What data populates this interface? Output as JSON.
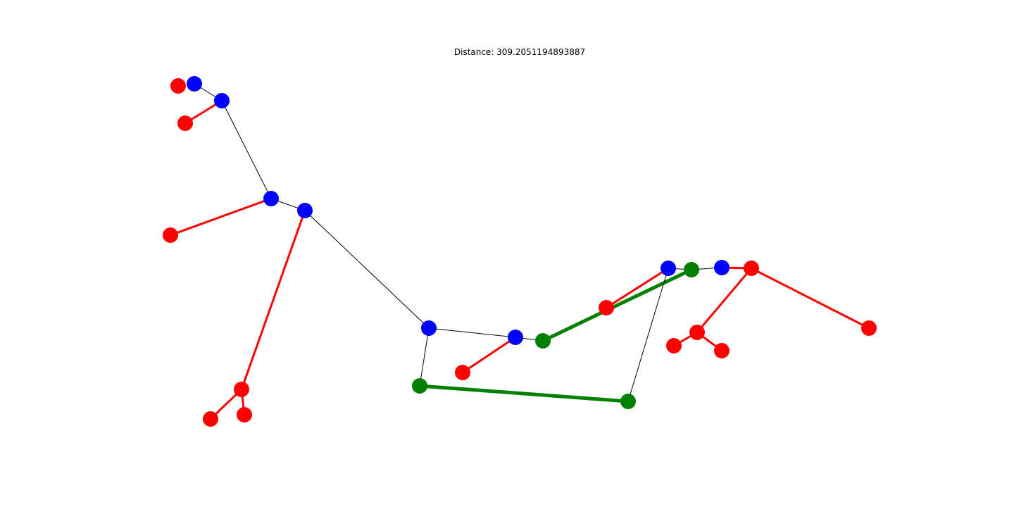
{
  "title": "Distance: 309.2051194893887",
  "colors": {
    "blue": "#0000ff",
    "red": "#ff0000",
    "green": "#008000",
    "black": "#000000"
  },
  "node_types": {
    "a": "blue",
    "b": "blue",
    "c": "red",
    "d": "red",
    "e": "blue",
    "f": "blue",
    "g": "red",
    "h": "red",
    "i": "red",
    "j": "red",
    "k": "blue",
    "l": "blue",
    "m": "red",
    "n": "green",
    "o": "green",
    "p": "green",
    "q": "red",
    "r": "blue",
    "s": "green",
    "t": "blue",
    "u": "red",
    "v": "red",
    "w": "red",
    "x": "red",
    "y": "red"
  },
  "edges": [
    {
      "from": "a",
      "to": "b",
      "kind": "black"
    },
    {
      "from": "b",
      "to": "c",
      "kind": "red"
    },
    {
      "from": "b",
      "to": "e",
      "kind": "black"
    },
    {
      "from": "e",
      "to": "g",
      "kind": "red"
    },
    {
      "from": "e",
      "to": "f",
      "kind": "black"
    },
    {
      "from": "f",
      "to": "h",
      "kind": "red"
    },
    {
      "from": "h",
      "to": "i",
      "kind": "red"
    },
    {
      "from": "h",
      "to": "j",
      "kind": "red"
    },
    {
      "from": "f",
      "to": "k",
      "kind": "black"
    },
    {
      "from": "k",
      "to": "l",
      "kind": "black"
    },
    {
      "from": "k",
      "to": "o",
      "kind": "black"
    },
    {
      "from": "l",
      "to": "m",
      "kind": "red"
    },
    {
      "from": "l",
      "to": "n",
      "kind": "black"
    },
    {
      "from": "n",
      "to": "s",
      "kind": "green"
    },
    {
      "from": "o",
      "to": "p",
      "kind": "green"
    },
    {
      "from": "p",
      "to": "r",
      "kind": "black"
    },
    {
      "from": "q",
      "to": "r",
      "kind": "red"
    },
    {
      "from": "r",
      "to": "s",
      "kind": "black"
    },
    {
      "from": "s",
      "to": "t",
      "kind": "black"
    },
    {
      "from": "t",
      "to": "u",
      "kind": "red"
    },
    {
      "from": "u",
      "to": "v",
      "kind": "red"
    },
    {
      "from": "u",
      "to": "w",
      "kind": "red"
    },
    {
      "from": "w",
      "to": "x",
      "kind": "red"
    },
    {
      "from": "w",
      "to": "y",
      "kind": "red"
    }
  ]
}
